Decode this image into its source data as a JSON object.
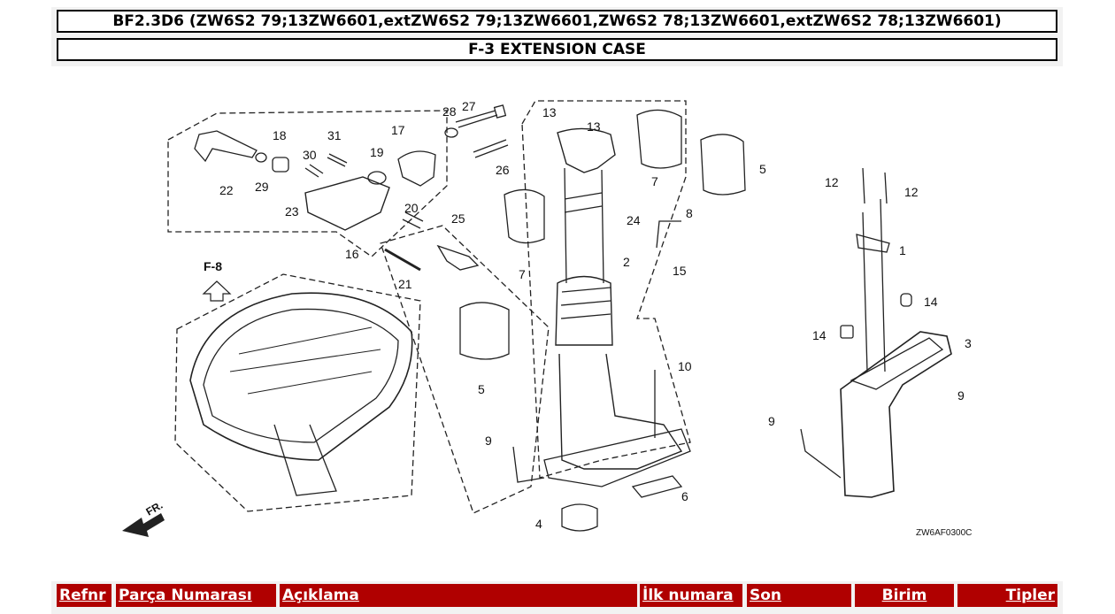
{
  "header": {
    "model_line": "BF2.3D6 (ZW6S2 79;13ZW6601,extZW6S2 79;13ZW6601,ZW6S2 78;13ZW6601,extZW6S2 78;13ZW6601)",
    "section_title": "F-3 EXTENSION CASE"
  },
  "diagram": {
    "code": "ZW6AF0300C",
    "ref_label": "F-8",
    "front_label": "FR.",
    "callouts": [
      "28",
      "27",
      "13",
      "13",
      "18",
      "31",
      "30",
      "19",
      "17",
      "26",
      "22",
      "29",
      "23",
      "20",
      "25",
      "16",
      "21",
      "24",
      "7",
      "7",
      "5",
      "8",
      "2",
      "15",
      "5",
      "12",
      "12",
      "1",
      "14",
      "14",
      "3",
      "10",
      "9",
      "9",
      "9",
      "6",
      "4"
    ]
  },
  "table": {
    "columns": [
      "Refnr",
      "Parça Numarası",
      "Açıklama",
      "İlk numara",
      "Son",
      "Birim",
      "Tipler"
    ]
  },
  "colors": {
    "header_red": "#b00000",
    "frame_gray": "#f2f2f2"
  }
}
